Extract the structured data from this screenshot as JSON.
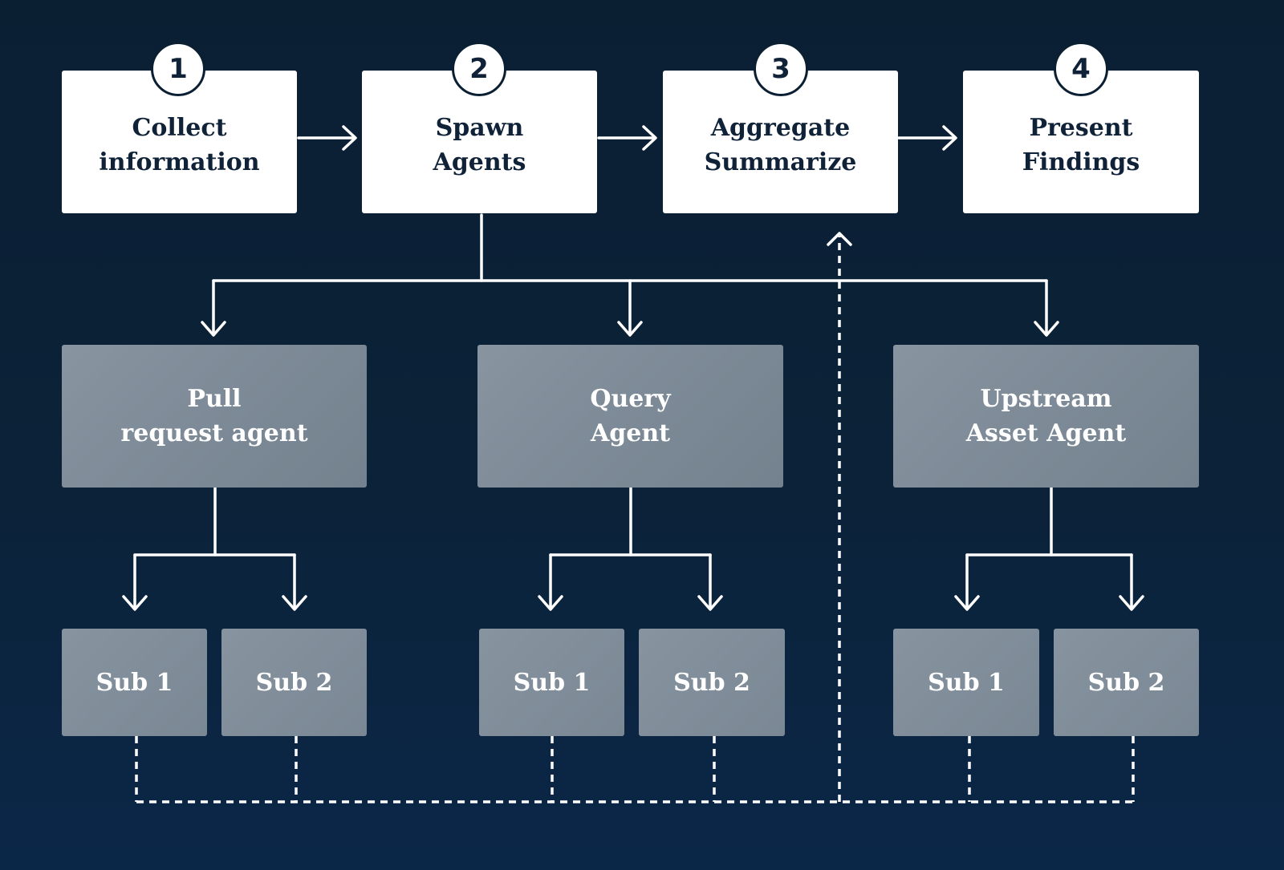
{
  "colors": {
    "background_top": "#0b1f33",
    "background_bottom": "#0b2748",
    "step_box": "#ffffff",
    "step_text": "#0f2238",
    "agent_box": "#7d8a96",
    "agent_text": "#ffffff",
    "connector": "#ffffff"
  },
  "steps": [
    {
      "number": "1",
      "label": "Collect\ninformation"
    },
    {
      "number": "2",
      "label": "Spawn\nAgents"
    },
    {
      "number": "3",
      "label": "Aggregate\nSummarize"
    },
    {
      "number": "4",
      "label": "Present\nFindings"
    }
  ],
  "agents": [
    {
      "label": "Pull\nrequest agent",
      "subs": [
        "Sub 1",
        "Sub 2"
      ]
    },
    {
      "label": "Query\nAgent",
      "subs": [
        "Sub 1",
        "Sub 2"
      ]
    },
    {
      "label": "Upstream\nAsset Agent",
      "subs": [
        "Sub 1",
        "Sub 2"
      ]
    }
  ]
}
